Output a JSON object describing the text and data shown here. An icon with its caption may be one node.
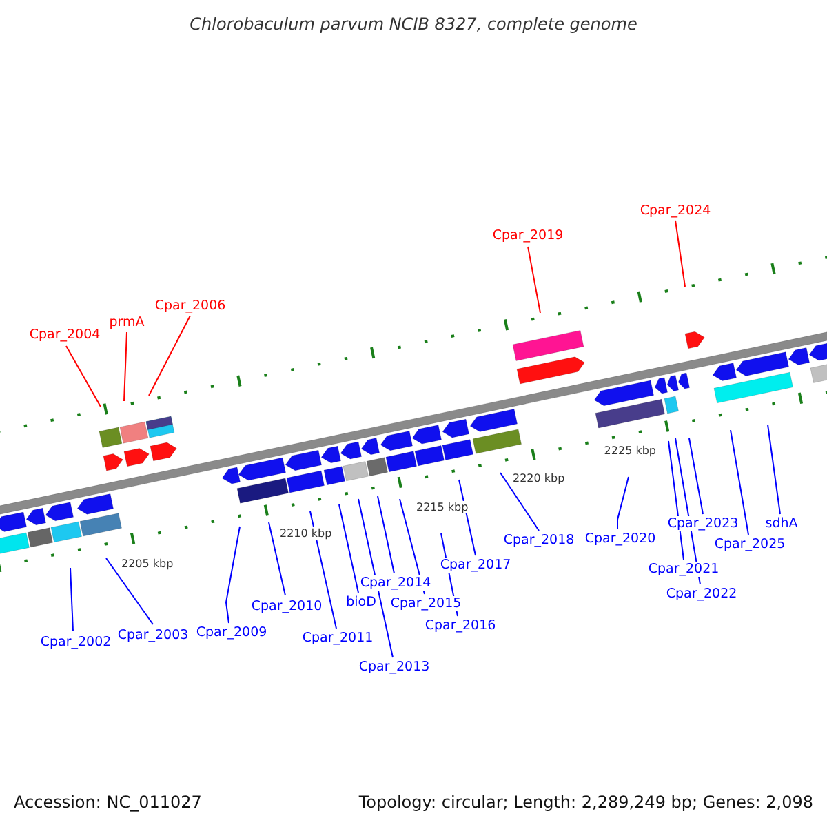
{
  "diagram": {
    "title": "Chlorobaculum parvum NCIB 8327, complete genome",
    "nodes": [
      {
        "text": [
          "Cpar_2004"
        ]
      },
      {
        "text": [
          "prmA"
        ]
      },
      {
        "text": [
          "Cpar_2006"
        ]
      },
      {
        "text": [
          "Cpar_2019"
        ]
      },
      {
        "text": [
          "Cpar_2024"
        ]
      },
      {
        "text": [
          "Cpar_2002"
        ]
      },
      {
        "text": [
          "Cpar_2003"
        ]
      },
      {
        "text": [
          "Cpar_2009"
        ]
      },
      {
        "text": [
          "Cpar_2010"
        ]
      },
      {
        "text": [
          "Cpar_2011"
        ]
      },
      {
        "text": [
          "bioD"
        ]
      },
      {
        "text": [
          "Cpar_2013"
        ]
      },
      {
        "text": [
          "Cpar_2014"
        ]
      },
      {
        "text": [
          "Cpar_2015"
        ]
      },
      {
        "text": [
          "Cpar_2016"
        ]
      },
      {
        "text": [
          "Cpar_2017"
        ]
      },
      {
        "text": [
          "Cpar_2018"
        ]
      },
      {
        "text": [
          "Cpar_2020"
        ]
      },
      {
        "text": [
          "Cpar_2021"
        ]
      },
      {
        "text": [
          "Cpar_2022"
        ]
      },
      {
        "text": [
          "Cpar_2023"
        ]
      },
      {
        "text": [
          "Cpar_2025"
        ]
      },
      {
        "text": [
          "sdhA"
        ]
      }
    ],
    "edges": [
      {
        "from": 0,
        "to": null,
        "arrow": "none",
        "color": "#ff0000"
      },
      {
        "from": 1,
        "to": null,
        "arrow": "none",
        "color": "#ff0000"
      },
      {
        "from": 2,
        "to": null,
        "arrow": "none",
        "color": "#ff0000"
      },
      {
        "from": 3,
        "to": null,
        "arrow": "none",
        "color": "#ff0000"
      },
      {
        "from": 4,
        "to": null,
        "arrow": "none",
        "color": "#ff0000"
      },
      {
        "from": 5,
        "to": null,
        "arrow": "none"
      },
      {
        "from": 6,
        "to": null,
        "arrow": "none"
      },
      {
        "from": 7,
        "to": null,
        "arrow": "none"
      },
      {
        "from": 8,
        "to": null,
        "arrow": "none"
      },
      {
        "from": 9,
        "to": null,
        "arrow": "none"
      },
      {
        "from": 10,
        "to": null,
        "arrow": "none"
      },
      {
        "from": 11,
        "to": null,
        "arrow": "none"
      },
      {
        "from": 12,
        "to": null,
        "arrow": "none"
      },
      {
        "from": 13,
        "to": null,
        "arrow": "none"
      },
      {
        "from": 14,
        "to": null,
        "arrow": "none"
      },
      {
        "from": 15,
        "to": null,
        "arrow": "none"
      },
      {
        "from": 16,
        "to": null,
        "arrow": "none"
      },
      {
        "from": 17,
        "to": null,
        "arrow": "none"
      },
      {
        "from": 18,
        "to": null,
        "arrow": "none"
      },
      {
        "from": 19,
        "to": null,
        "arrow": "none"
      },
      {
        "from": 20,
        "to": null,
        "arrow": "none"
      },
      {
        "from": 21,
        "to": null,
        "arrow": "none"
      },
      {
        "from": 22,
        "to": null,
        "arrow": "none"
      }
    ],
    "labels": [
      "2205 kbp",
      "2210 kbp",
      "2215 kbp",
      "2220 kbp",
      "2225 kbp",
      "Accession: NC_011027",
      "Topology: circular; Length: 2,289,249 bp; Genes: 2,098"
    ]
  }
}
